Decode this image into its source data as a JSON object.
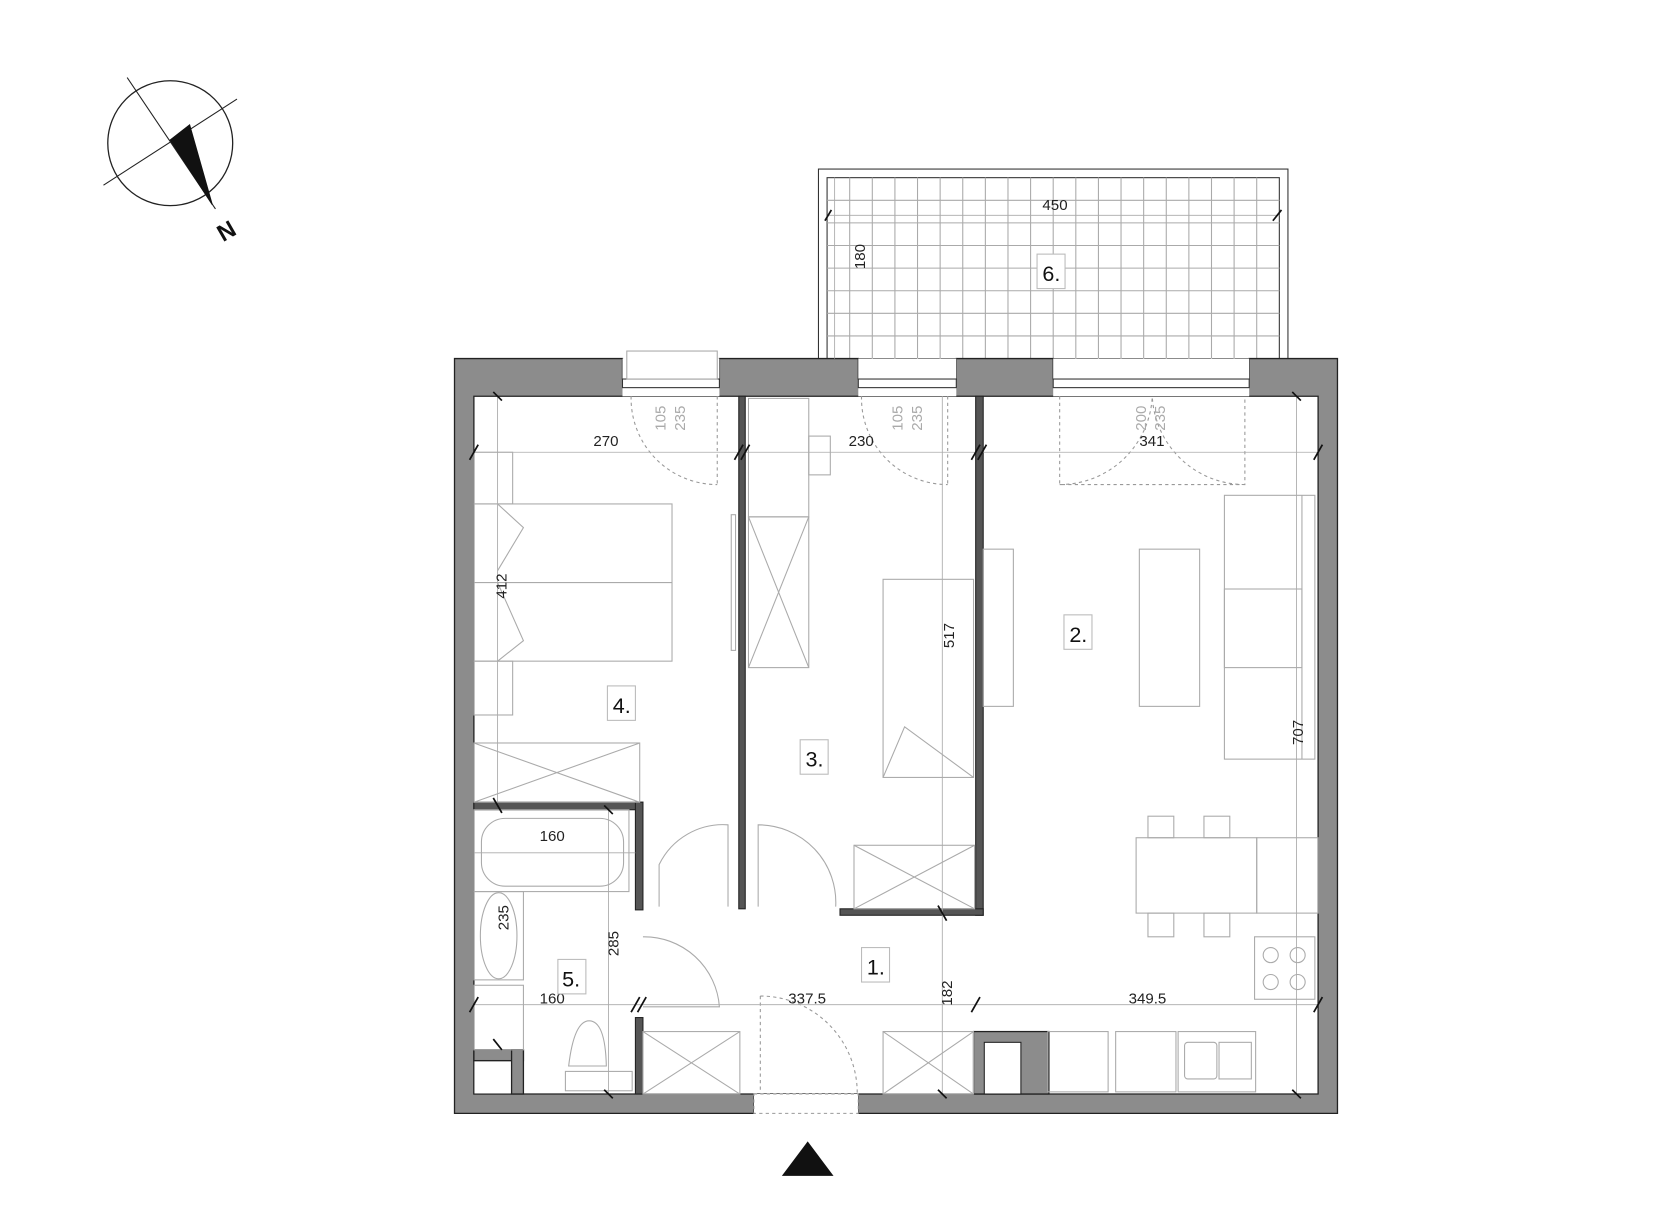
{
  "compass": {
    "north_label": "N"
  },
  "rooms": [
    {
      "id": "1",
      "label": "1."
    },
    {
      "id": "2",
      "label": "2."
    },
    {
      "id": "3",
      "label": "3."
    },
    {
      "id": "4",
      "label": "4."
    },
    {
      "id": "5",
      "label": "5."
    },
    {
      "id": "6",
      "label": "6."
    }
  ],
  "dimensions": {
    "balcony_width": "450",
    "balcony_depth": "180",
    "room4_width": "270",
    "room4_depth": "412",
    "room3_width": "230",
    "room3_depth": "517",
    "room2_width": "341",
    "room2_depth": "707",
    "bath_width_top": "160",
    "bath_width_bottom": "160",
    "bath_depth": "285",
    "bath_tub_side": "235",
    "hall_left": "337.5",
    "hall_right": "349.5",
    "hall_depth": "182"
  },
  "windows": [
    {
      "width": "105",
      "height": "235"
    },
    {
      "width": "105",
      "height": "235"
    },
    {
      "width": "200",
      "height": "235"
    }
  ],
  "entrance": {
    "marker": "entrance-arrow"
  }
}
